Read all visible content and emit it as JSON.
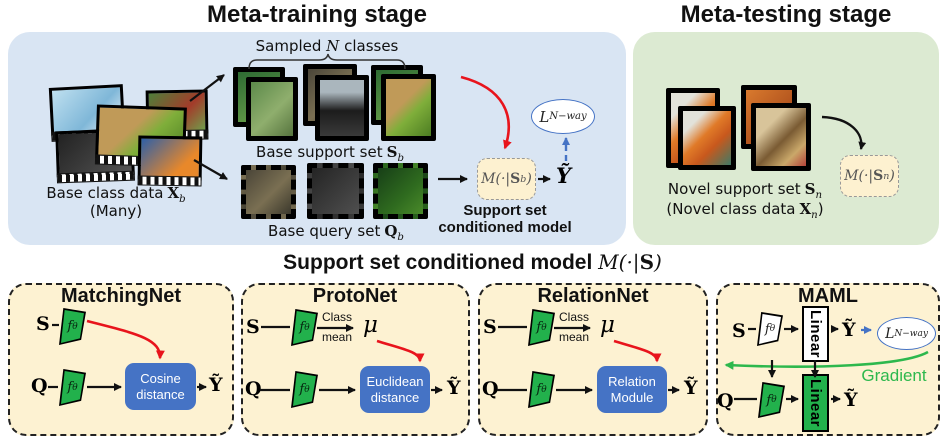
{
  "colors": {
    "training_bg": "#d9e5f3",
    "testing_bg": "#dcead2",
    "panel_bg": "#fdf2d2",
    "module_blue": "#4573c5",
    "encoder_green": "#22b14c",
    "arrow_red": "#e8141c",
    "gradient_green": "#2db84d"
  },
  "meta_training": {
    "title": "Meta-training stage",
    "sampled": {
      "prefix": "Sampled",
      "n": "N",
      "suffix": "classes"
    },
    "base_label": "Base class data",
    "base_sym": "X",
    "base_sub": "b",
    "many": "(Many)",
    "support_label": "Base support set",
    "support_sym": "S",
    "support_sub": "b",
    "query_label": "Base query set",
    "query_sym": "Q",
    "query_sub": "b",
    "model": {
      "prefix": "M(·|",
      "sym": "S",
      "sub": "b",
      "suffix": ")"
    },
    "caption1": "Support set",
    "caption2": "conditioned model",
    "pred": "Ỹ",
    "loss": {
      "main": "L",
      "sub": "N−way"
    }
  },
  "meta_testing": {
    "title": "Meta-testing stage",
    "support_label": "Novel support set",
    "support_sym": "S",
    "support_sub": "n",
    "class_prefix": "(Novel class data",
    "class_sym": "X",
    "class_sub": "n",
    "class_suffix": ")",
    "model": {
      "prefix": "M(·|",
      "sym": "S",
      "sub": "n",
      "suffix": ")"
    }
  },
  "bottom": {
    "title": "Support set conditioned model",
    "title_math": {
      "m": "M(·|",
      "s": "S",
      "close": ")"
    },
    "panels": [
      {
        "name": "MatchingNet",
        "s": "S",
        "q": "Q",
        "f": "f",
        "theta": "θ",
        "module_line1": "Cosine",
        "module_line2": "distance",
        "pred": "Ỹ"
      },
      {
        "name": "ProtoNet",
        "s": "S",
        "q": "Q",
        "f": "f",
        "theta": "θ",
        "arrow_label_top": "Class",
        "arrow_label_bottom": "mean",
        "mu": "μ",
        "module_line1": "Euclidean",
        "module_line2": "distance",
        "pred": "Ỹ"
      },
      {
        "name": "RelationNet",
        "s": "S",
        "q": "Q",
        "f": "f",
        "theta": "θ",
        "arrow_label_top": "Class",
        "arrow_label_bottom": "mean",
        "mu": "μ",
        "module_line1": "Relation",
        "module_line2": "Module",
        "pred": "Ỹ"
      },
      {
        "name": "MAML",
        "s": "S",
        "q": "Q",
        "f": "f",
        "theta": "θ",
        "linear_top": "Linear",
        "linear_bottom": "Linear",
        "pred_top": "Ỹ",
        "pred_bottom": "Ỹ",
        "loss": {
          "main": "L",
          "sub": "N−way"
        },
        "gradient_label": "Gradient"
      }
    ]
  },
  "images": {
    "base_class": [
      "bird photo",
      "green snake photo",
      "red bird photo",
      "fish photo",
      "dark photo"
    ],
    "support": [
      "house finches",
      "black dog",
      "green snake"
    ],
    "query": [
      "bird at feeder",
      "black dog",
      "green snake"
    ],
    "novel": [
      "crab dish",
      "ferret"
    ]
  }
}
